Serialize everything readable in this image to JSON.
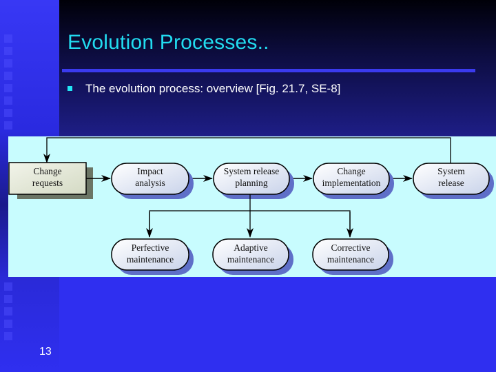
{
  "slide": {
    "title": "Evolution Processes..",
    "bullet": "The evolution process:  overview [Fig. 21.7, SE-8]",
    "page_number": "13",
    "colors": {
      "title": "#22dcf0",
      "background": "#2f2ff0",
      "rule": "#3a3aee",
      "bullet": "#22e6f5",
      "diagram_bg": "#c8fcfe",
      "node_shadow": "#5f6fc8",
      "box_fill": "#e3e8d6"
    }
  },
  "diagram": {
    "nodes": [
      {
        "id": "change-requests",
        "line1": "Change",
        "line2": "requests",
        "shape": "rect"
      },
      {
        "id": "impact-analysis",
        "line1": "Impact",
        "line2": "analysis",
        "shape": "rounded"
      },
      {
        "id": "system-release-planning",
        "line1": "System release",
        "line2": "planning",
        "shape": "rounded"
      },
      {
        "id": "change-implementation",
        "line1": "Change",
        "line2": "implementation",
        "shape": "rounded"
      },
      {
        "id": "system-release",
        "line1": "System",
        "line2": "release",
        "shape": "rounded"
      },
      {
        "id": "perfective-maintenance",
        "line1": "Perfective",
        "line2": "maintenance",
        "shape": "rounded"
      },
      {
        "id": "adaptive-maintenance",
        "line1": "Adaptive",
        "line2": "maintenance",
        "shape": "rounded"
      },
      {
        "id": "corrective-maintenance",
        "line1": "Corrective",
        "line2": "maintenance",
        "shape": "rounded"
      }
    ],
    "edges": [
      [
        "change-requests",
        "impact-analysis"
      ],
      [
        "impact-analysis",
        "system-release-planning"
      ],
      [
        "system-release-planning",
        "change-implementation"
      ],
      [
        "change-implementation",
        "system-release"
      ],
      [
        "system-release",
        "change-requests"
      ],
      [
        "system-release-planning",
        "perfective-maintenance"
      ],
      [
        "system-release-planning",
        "adaptive-maintenance"
      ],
      [
        "system-release-planning",
        "corrective-maintenance"
      ]
    ]
  }
}
